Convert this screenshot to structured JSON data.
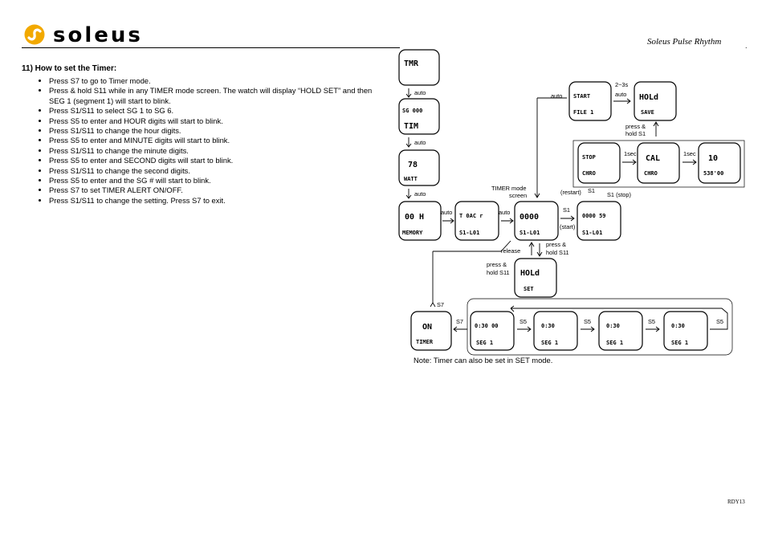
{
  "header": {
    "brand": "soleus",
    "doc_title": "Soleus Pulse Rhythm",
    "dot": "."
  },
  "section": {
    "heading": "11)   How to set the Timer:",
    "steps": [
      "Press S7 to go to Timer mode.",
      "Press & hold S11 while in any TIMER mode screen. The watch will display “HOLD SET” and then SEG 1 (segment 1) will start to blink.",
      "Press S1/S11 to select SG 1 to SG 6.",
      "Press S5 to enter and HOUR digits will start to blink.",
      "Press S1/S11 to change the hour digits.",
      "Press S5 to enter and MINUTE digits will start to blink.",
      "Press S1/S11 to change the minute digits.",
      "Press S5 to enter and SECOND digits will start to blink.",
      "Press S1/S11 to change the second digits.",
      "Press S5 to enter and the SG # will start to blink.",
      "Press S7 to set TIMER ALERT ON/OFF.",
      "Press S1/S11 to change the setting. Press S7 to exit."
    ]
  },
  "diagram": {
    "screens": {
      "s1_top": "TMR",
      "s2_top": "SG 000",
      "s2_bot": "TIM",
      "s3_top": "78",
      "s3_bot": "WATT",
      "s4_top": "00 H",
      "s4_bot": "MEMORY",
      "s5_top": "T 0AC r",
      "s5_bot": "S1-L01",
      "s6_top": "0000",
      "s6_bot": "S1-L01",
      "s7_top": "0000 59",
      "s7_bot": "S1-L01",
      "s8_top": "START",
      "s8_bot": "FILE 1",
      "s9_top": "HOLd",
      "s9_bot": "SAVE",
      "s10_top": "STOP",
      "s10_bot": "CHRO",
      "s11_top": "CAL",
      "s11_bot": "CHRO",
      "s12_top": "10",
      "s12_bot": "538'00",
      "s13_top": "HOLd",
      "s13_bot": "SET",
      "s14_top": "ON",
      "s14_bot": "TIMER",
      "s15_top": "0:30 00",
      "s15_bot": "SEG 1",
      "s16_top": "0:30",
      "s16_bot": "SEG 1",
      "s17_top": "0:30",
      "s17_bot": "SEG 1",
      "s18_top": "0:30",
      "s18_bot": "SEG 1"
    },
    "labels": {
      "auto": "auto",
      "two_three_s": "2~3s",
      "press_hold_s1_a": "press &",
      "press_hold_s1_b": "hold S1",
      "one_sec": "1sec",
      "timer_mode_a": "TIMER mode",
      "timer_mode_b": "screen",
      "restart": "(restart)",
      "s1": "S1",
      "s1_stop": "S1 (stop)",
      "start": "(start)",
      "release": "release",
      "press_hold_s11_a": "press &",
      "press_hold_s11_b": "hold S11",
      "press_hold_s11_c": "press &",
      "press_hold_s11_d": "hold S11",
      "s7": "S7",
      "s5": "S5"
    }
  },
  "footnote": "Note: Timer can also be set in SET mode.",
  "page_code": "RDY13"
}
